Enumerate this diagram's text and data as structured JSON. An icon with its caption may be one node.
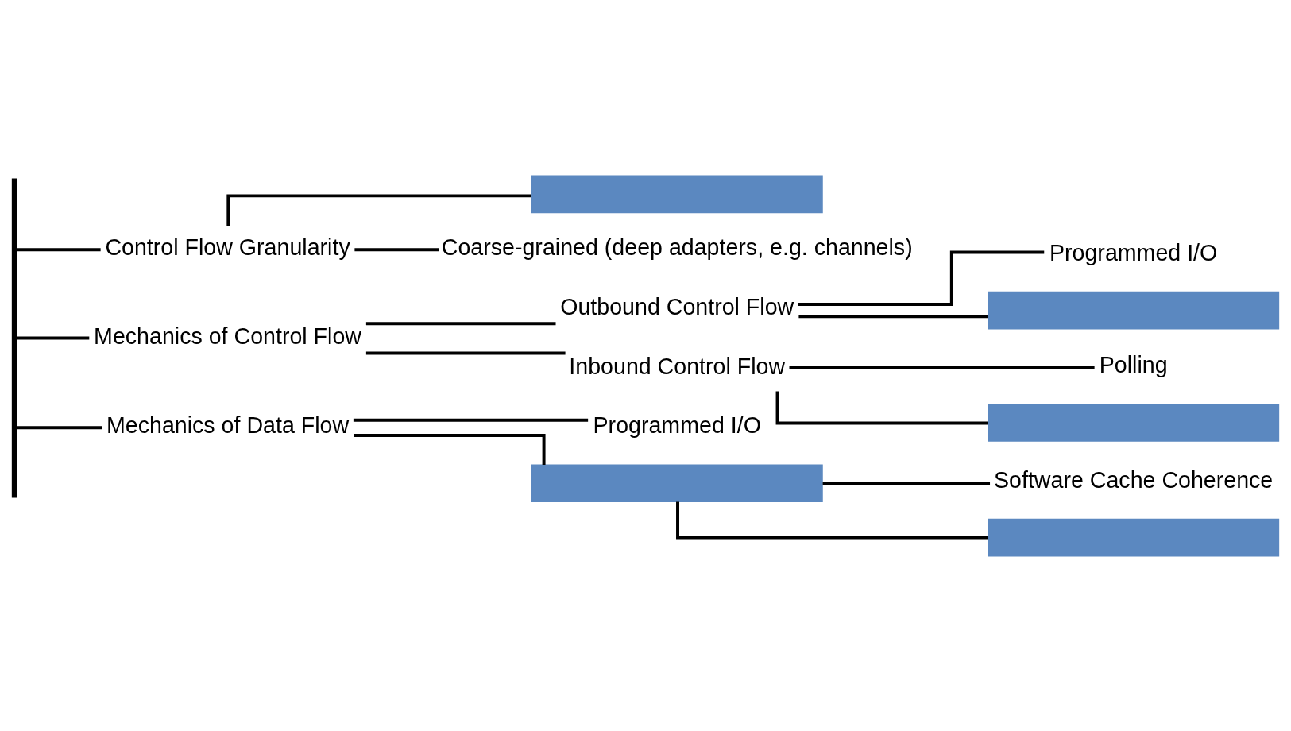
{
  "diagram": {
    "nodes": [
      {
        "text": [],
        "shape": "line"
      },
      {
        "text": [
          "Control Flow Granularity"
        ]
      },
      {
        "text": [],
        "shape": "bar"
      },
      {
        "text": [
          "Coarse-grained (deep adapters, e.g. channels)"
        ]
      },
      {
        "text": [
          "Mechanics of Control Flow"
        ]
      },
      {
        "text": [
          "Outbound Control Flow"
        ]
      },
      {
        "text": [
          "Programmed I/O"
        ]
      },
      {
        "text": [],
        "shape": "bar"
      },
      {
        "text": [
          "Inbound Control Flow"
        ]
      },
      {
        "text": [
          "Polling"
        ]
      },
      {
        "text": [],
        "shape": "bar"
      },
      {
        "text": [
          "Mechanics of Data Flow"
        ]
      },
      {
        "text": [
          "Programmed I/O"
        ]
      },
      {
        "text": [],
        "shape": "bar"
      },
      {
        "text": [
          "Software Cache Coherence"
        ]
      },
      {
        "text": [],
        "shape": "bar"
      }
    ],
    "edges": [
      {
        "from": 0,
        "to": 1,
        "arrow": "none"
      },
      {
        "from": 0,
        "to": 4,
        "arrow": "none"
      },
      {
        "from": 0,
        "to": 11,
        "arrow": "none"
      },
      {
        "from": 1,
        "to": 2,
        "arrow": "none"
      },
      {
        "from": 1,
        "to": 3,
        "arrow": "none"
      },
      {
        "from": 4,
        "to": 5,
        "arrow": "none"
      },
      {
        "from": 4,
        "to": 8,
        "arrow": "none"
      },
      {
        "from": 5,
        "to": 6,
        "arrow": "none"
      },
      {
        "from": 5,
        "to": 7,
        "arrow": "none"
      },
      {
        "from": 8,
        "to": 9,
        "arrow": "none"
      },
      {
        "from": 8,
        "to": 10,
        "arrow": "none"
      },
      {
        "from": 11,
        "to": 12,
        "arrow": "none"
      },
      {
        "from": 11,
        "to": 13,
        "arrow": "none"
      },
      {
        "from": 13,
        "to": 14,
        "arrow": "none"
      },
      {
        "from": 13,
        "to": 15,
        "arrow": "none"
      }
    ]
  }
}
